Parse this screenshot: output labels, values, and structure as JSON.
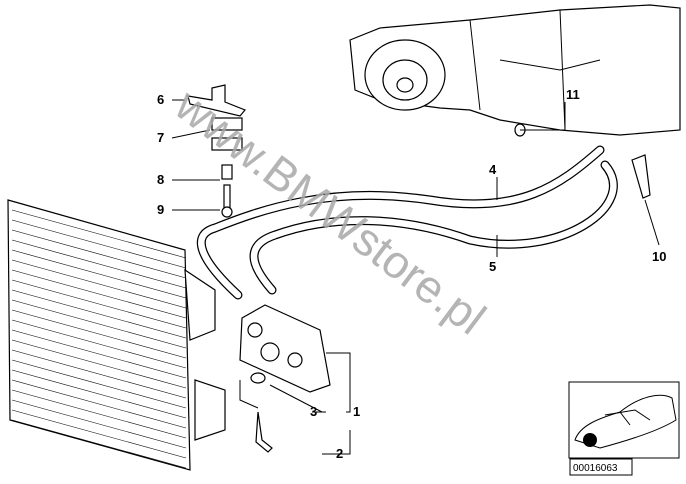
{
  "diagram": {
    "callouts": [
      {
        "id": "1",
        "label": "1"
      },
      {
        "id": "2",
        "label": "2"
      },
      {
        "id": "3",
        "label": "3"
      },
      {
        "id": "4",
        "label": "4"
      },
      {
        "id": "5",
        "label": "5"
      },
      {
        "id": "6",
        "label": "6"
      },
      {
        "id": "7",
        "label": "7"
      },
      {
        "id": "8",
        "label": "8"
      },
      {
        "id": "9",
        "label": "9"
      },
      {
        "id": "10",
        "label": "10"
      },
      {
        "id": "11",
        "label": "11"
      }
    ],
    "watermark": "www.BMWstore.pl",
    "inset": {
      "image_code": "00016063"
    }
  }
}
